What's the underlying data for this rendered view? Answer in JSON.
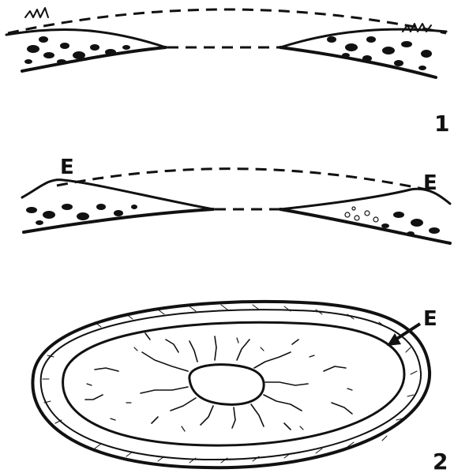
{
  "labels": {
    "panel_1": "1",
    "panel_2": "2",
    "edge_left": "E",
    "edge_right": "E",
    "edge_oval": "E"
  },
  "colors": {
    "ink": "#111111",
    "paper": "#ffffff"
  }
}
